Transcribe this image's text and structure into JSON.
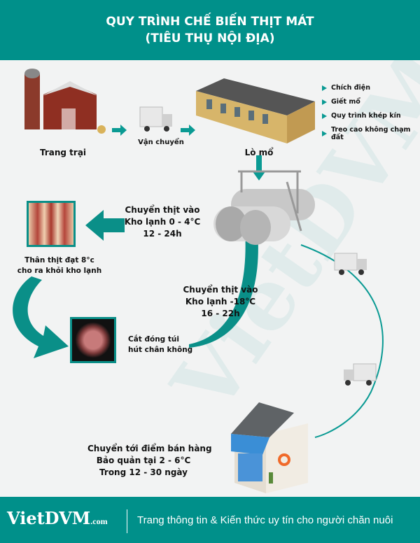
{
  "header": {
    "title_line1": "QUY TRÌNH CHẾ BIẾN THỊT MÁT",
    "title_line2": "(TIÊU THỤ NỘI ĐỊA)"
  },
  "steps": {
    "farm": "Trang trại",
    "transport": "Vận chuyển",
    "slaughterhouse": "Lò mổ",
    "slaughter_bullets": [
      "Chích điện",
      "Giết mổ",
      "Quy trình khép kín",
      "Treo cao không chạm đất"
    ],
    "cold_store_1": [
      "Chuyển thịt vào",
      "Kho lạnh 0 - 4°C",
      "12 - 24h"
    ],
    "carcass": [
      "Thân thịt đạt 8°c",
      "cho ra khỏi kho lạnh"
    ],
    "vacuum": [
      "Cắt đóng túi",
      "hút chân không"
    ],
    "cold_store_2": [
      "Chuyển thịt vào",
      "Kho lạnh  -18°C",
      "16 - 22h"
    ],
    "retail": [
      "Chuyển tới điểm bán hàng",
      "Bảo quản tại 2 - 6°C",
      "Trong 12 - 30 ngày"
    ]
  },
  "footer": {
    "logo_main": "VietDVM",
    "logo_suffix": ".com",
    "tagline": "Trang thông tin & Kiến thức uy tín cho người chăn nuôi"
  },
  "watermark": "VietDVM",
  "colors": {
    "teal": "#00908a",
    "background": "#f2f3f3"
  }
}
